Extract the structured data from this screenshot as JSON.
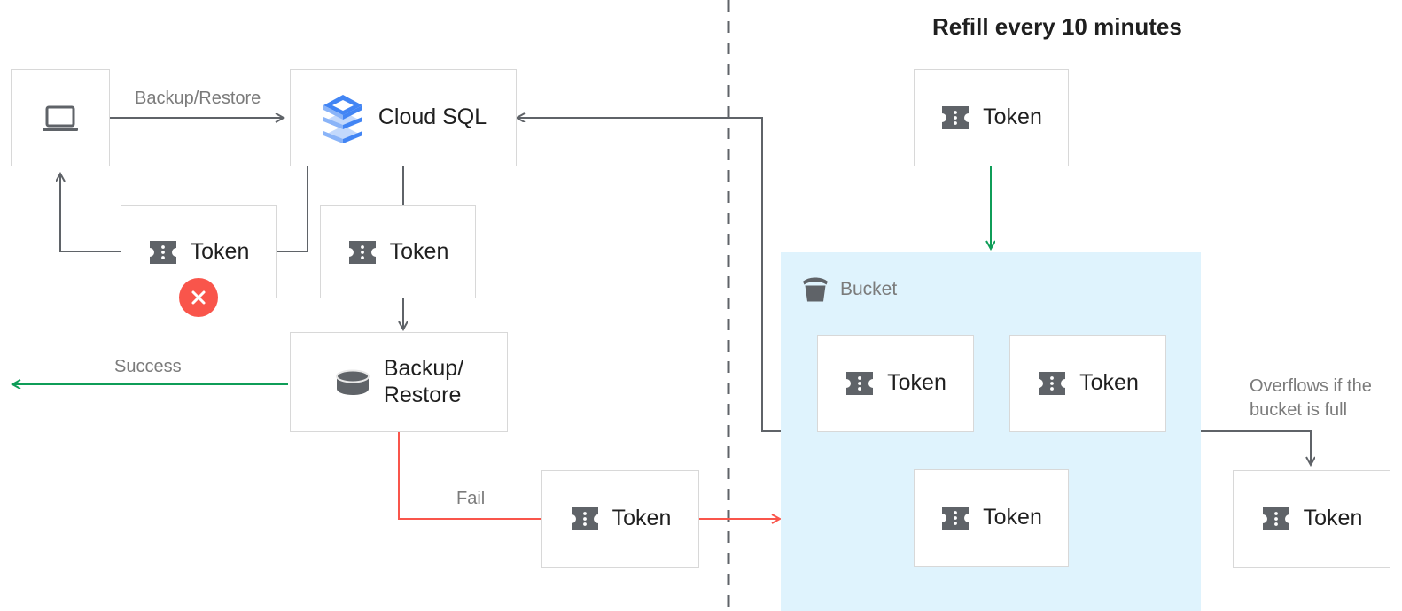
{
  "title": "Refill every 10 minutes",
  "colors": {
    "arrow_gray": "#5f6368",
    "arrow_green": "#0f9d58",
    "arrow_red": "#f9554b",
    "bucket_fill": "#dff3fd",
    "box_border": "#d8d8d8",
    "icon_gray": "#5f6368",
    "label_gray": "#7b7b7b",
    "sql_blue_dark": "#4285f4",
    "sql_blue_mid": "#8ab4f8",
    "sql_blue_light": "#c3d9fc",
    "fail_red": "#f9554b"
  },
  "nodes": {
    "client": {
      "label": "",
      "icon": "laptop-icon"
    },
    "cloud_sql": {
      "label": "Cloud SQL",
      "icon": "cloud-sql-icon"
    },
    "token_left": {
      "label": "Token",
      "icon": "token-icon"
    },
    "token_right": {
      "label": "Token",
      "icon": "token-icon"
    },
    "backup_restore": {
      "label": "Backup/\nRestore",
      "icon": "database-icon"
    },
    "token_fail": {
      "label": "Token",
      "icon": "token-icon"
    },
    "token_refill": {
      "label": "Token",
      "icon": "token-icon"
    },
    "token_overflow": {
      "label": "Token",
      "icon": "token-icon"
    },
    "bucket_token_1": {
      "label": "Token",
      "icon": "token-icon"
    },
    "bucket_token_2": {
      "label": "Token",
      "icon": "token-icon"
    },
    "bucket_token_3": {
      "label": "Token",
      "icon": "token-icon"
    }
  },
  "bucket": {
    "label": "Bucket",
    "icon": "bucket-icon"
  },
  "edges": {
    "backup_restore_label": "Backup/Restore",
    "success_label": "Success",
    "fail_label": "Fail",
    "overflow_label": "Overflows if the\nbucket is full"
  },
  "markers": {
    "fail_x": "close-icon"
  }
}
